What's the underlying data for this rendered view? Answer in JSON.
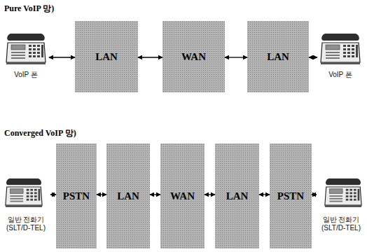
{
  "diagram": {
    "nodes": [
      {
        "text": [
          "VoIP 폰"
        ]
      },
      {
        "text": [
          "LAN"
        ]
      },
      {
        "text": [
          "WAN"
        ]
      },
      {
        "text": [
          "LAN"
        ]
      },
      {
        "text": [
          "VoIP 폰"
        ]
      },
      {
        "text": [
          "일반 전화기 (SLT/D-TEL)"
        ]
      },
      {
        "text": [
          "PSTN"
        ]
      },
      {
        "text": [
          "LAN"
        ]
      },
      {
        "text": [
          "WAN"
        ]
      },
      {
        "text": [
          "LAN"
        ]
      },
      {
        "text": [
          "PSTN"
        ]
      },
      {
        "text": [
          "일반 전화기 (SLT/D-TEL)"
        ]
      }
    ],
    "edges": [
      {
        "from": 0,
        "to": 1,
        "arrow": "both"
      },
      {
        "from": 1,
        "to": 2,
        "arrow": "both"
      },
      {
        "from": 2,
        "to": 3,
        "arrow": "both"
      },
      {
        "from": 3,
        "to": 4,
        "arrow": "both"
      },
      {
        "from": 5,
        "to": 6,
        "arrow": "both"
      },
      {
        "from": 6,
        "to": 7,
        "arrow": "both"
      },
      {
        "from": 7,
        "to": 8,
        "arrow": "both"
      },
      {
        "from": 8,
        "to": 9,
        "arrow": "both"
      },
      {
        "from": 9,
        "to": 10,
        "arrow": "both"
      },
      {
        "from": 10,
        "to": 11,
        "arrow": "both"
      }
    ],
    "labels": [
      "Pure VoIP 망)",
      "Converged VoIP 망)"
    ]
  }
}
